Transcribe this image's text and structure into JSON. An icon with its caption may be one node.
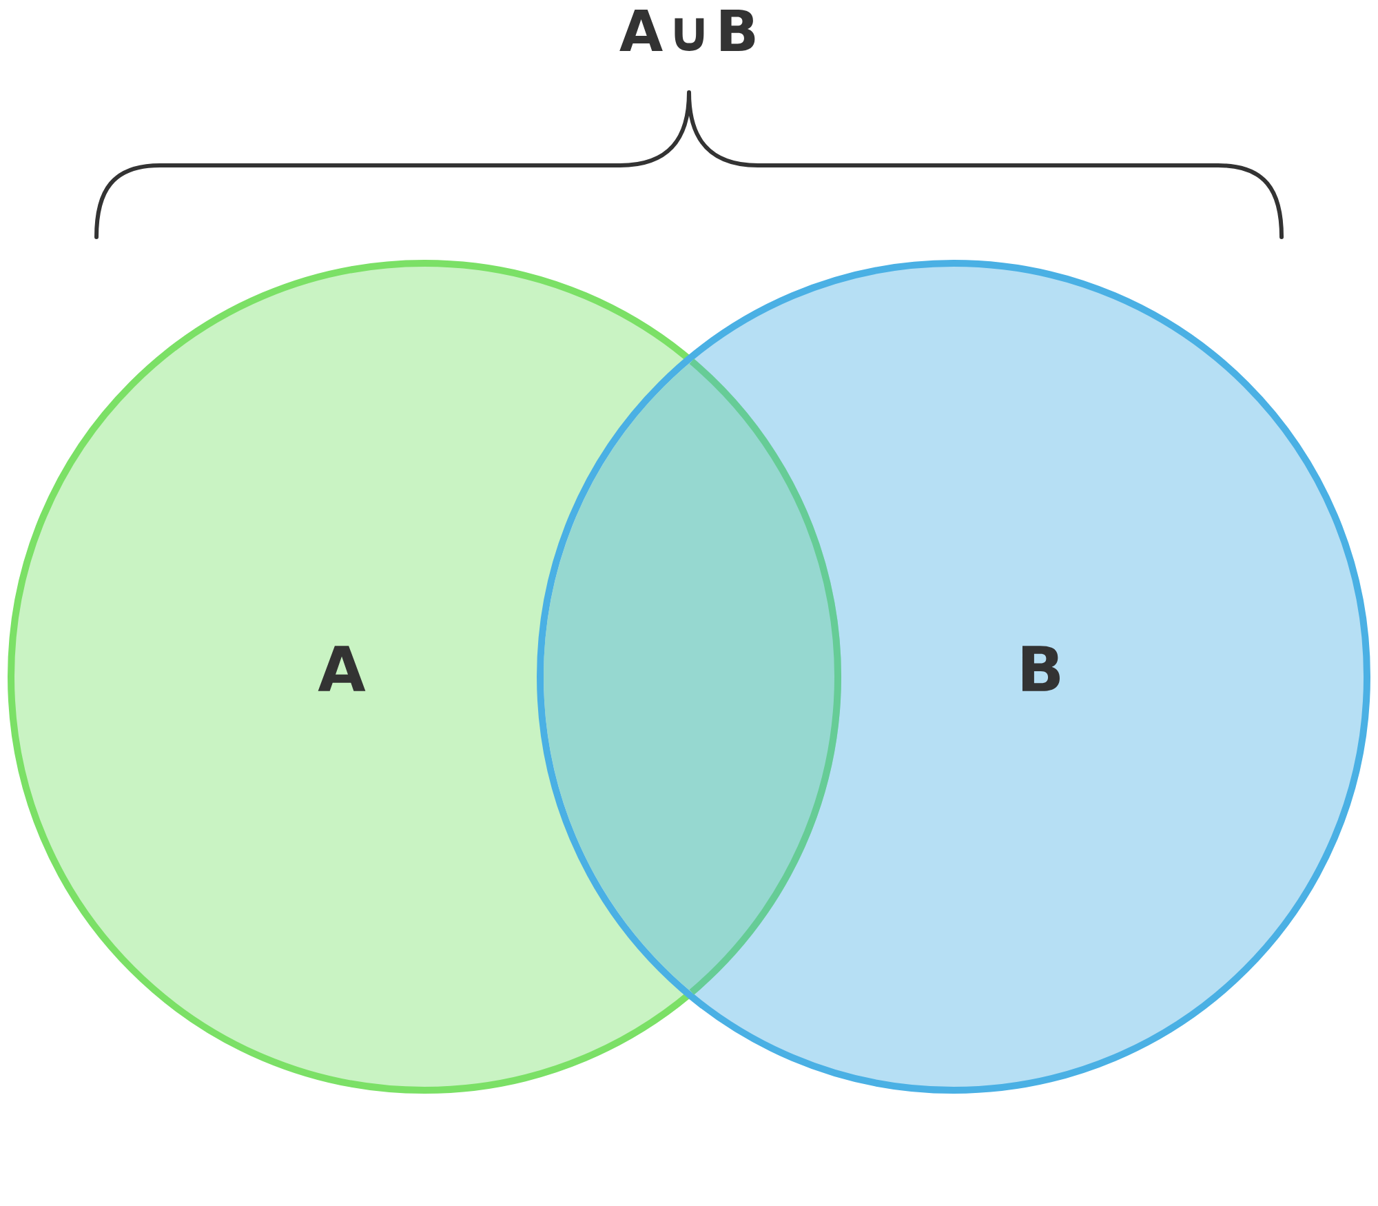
{
  "diagram": {
    "title": "A∪B",
    "nodes": [
      {
        "text": [
          "A"
        ]
      },
      {
        "text": [
          "B"
        ]
      }
    ]
  }
}
